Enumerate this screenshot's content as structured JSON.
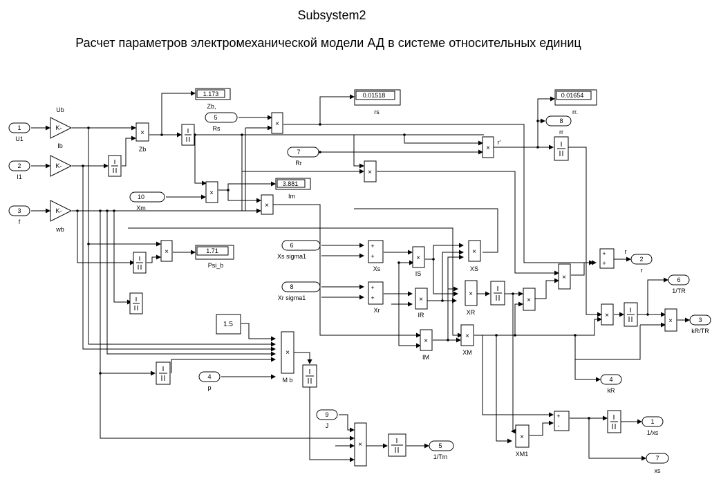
{
  "window": {
    "title": "Subsystem2",
    "subtitle": "Расчет параметров электромеханической модели АД в системе относительных единиц"
  },
  "diagram": {
    "inports": [
      {
        "num": "1",
        "name": "U1"
      },
      {
        "num": "2",
        "name": "I1"
      },
      {
        "num": "3",
        "name": "f"
      },
      {
        "num": "5",
        "name": "Rs"
      },
      {
        "num": "7",
        "name": "Rr"
      },
      {
        "num": "10",
        "name": "Xm"
      },
      {
        "num": "6",
        "name": "Xs sigma1"
      },
      {
        "num": "8",
        "name": "Xr sigma1"
      },
      {
        "num": "4",
        "name": "p"
      },
      {
        "num": "9",
        "name": "J"
      }
    ],
    "gains": [
      {
        "label": "Ub",
        "sym": "K-"
      },
      {
        "label": "Ib",
        "sym": "K-"
      },
      {
        "label": "wb",
        "sym": "K-"
      }
    ],
    "constant": "1.5",
    "displays": [
      {
        "value": "1.173",
        "label": "Zb,"
      },
      {
        "value": "0.01518",
        "label": "rs"
      },
      {
        "value": "0.01654",
        "label": "rr."
      },
      {
        "value": "3.881",
        "label": "Im"
      },
      {
        "value": "1.71",
        "label": "Psi_b"
      }
    ],
    "blocks": {
      "Zb": "Zb",
      "Im": "Im",
      "Xs": "Xs",
      "Xr": "Xr",
      "IS": "IS",
      "IR": "IR",
      "IM": "IM",
      "XS": "XS",
      "XR": "XR",
      "XM": "XM",
      "Mb": "M b",
      "XM1": "XM1",
      "r_prime": "r'",
      "r_out": "r"
    },
    "outports": [
      {
        "num": "8",
        "name": "rr"
      },
      {
        "num": "2",
        "name": "r"
      },
      {
        "num": "6",
        "name": "1/TR"
      },
      {
        "num": "3",
        "name": "kR/TR"
      },
      {
        "num": "4",
        "name": "kR"
      },
      {
        "num": "1",
        "name": "1/xs"
      },
      {
        "num": "7",
        "name": "xs"
      },
      {
        "num": "5",
        "name": "1/Tm"
      }
    ],
    "symbols": {
      "product": "×",
      "divide": "l\n|",
      "plus": "+",
      "minus": "-"
    }
  }
}
